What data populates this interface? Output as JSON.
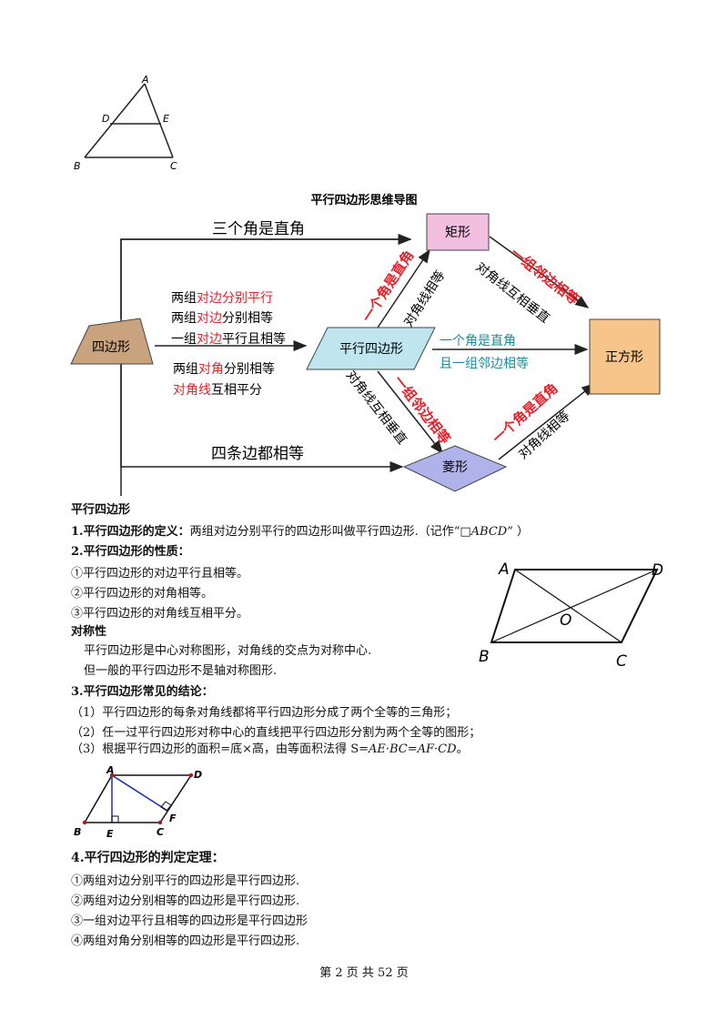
{
  "fig_top": {
    "A": "A",
    "B": "B",
    "C": "C",
    "D": "D",
    "E": "E"
  },
  "mindmap": {
    "title": "平行四边形思维导图",
    "node_quad": "四边形",
    "node_para": "平行四边形",
    "node_rect": "矩形",
    "node_rhombus": "菱形",
    "node_square": "正方形",
    "edge_top": "三个角是直角",
    "edge_bottom": "四条边都相等",
    "cond1_a": "两组",
    "cond1_b": "对边分别平行",
    "cond2_a": "两组",
    "cond2_b": "对边",
    "cond2_c": "分别相等",
    "cond3_a": "一组",
    "cond3_b": "对边",
    "cond3_c": "平行且相等",
    "cond4_a": "两组",
    "cond4_b": "对角",
    "cond4_c": "分别相等",
    "cond5_a": "对角线",
    "cond5_b": "互相平分",
    "p2r_red": "一个角是直角",
    "p2r_black": "对角线相等",
    "r2s_red": "一组邻边相等",
    "r2s_black": "对角线互相垂直",
    "p2s_line1": "一个角是直角",
    "p2s_line2": "且一组邻边相等",
    "p2rh_black": "对角线互相垂直",
    "p2rh_red": "一组邻边相等",
    "rh2s_red": "一个角是直角",
    "rh2s_black": "对角线相等"
  },
  "section_title": "平行四边形",
  "def_label": "1.平行四边形的定义：",
  "def_text": "两组对边分别平行的四边形叫做平行四边形.（记作“",
  "def_symbol": "□ABCD",
  "def_tail": "”  ）",
  "prop_title": "2.平行四边形的性质：",
  "props": [
    "①平行四边形的对边平行且相等。",
    "②平行四边形的对角相等。",
    "③平行四边形的对角线互相平分。"
  ],
  "sym_title": "对称性",
  "sym_lines": [
    "平行四边形是中心对称图形，对角线的交点为对称中心.",
    "但一般的平行四边形不是轴对称图形."
  ],
  "conc_title": "3.平行四边形常见的结论：",
  "conclusions": [
    "（1）平行四边形的每条对角线都将平行四边形分成了两个全等的三角形；",
    "（2）任一过平行四边形对称中心的直线把平行四边形分割为两个全等的图形；"
  ],
  "conc3_text": "（3）根据平行四边形的面积=底×高，由等面积法得 S=",
  "conc3_formula": "AE·BC=AF·CD",
  "conc3_end": "。",
  "fig_abcd": {
    "A": "A",
    "B": "B",
    "C": "C",
    "D": "D",
    "O": "O"
  },
  "fig_aef": {
    "A": "A",
    "B": "B",
    "C": "C",
    "D": "D",
    "E": "E",
    "F": "F"
  },
  "thm_title": "4.平行四边形的判定定理：",
  "theorems": [
    "①两组对边分别平行的四边形是平行四边形.",
    "②两组对边分别相等的四边形是平行四边形.",
    "③一组对边平行且相等的四边形是平行四边形",
    "④两组对角分别相等的四边形是平行四边形."
  ],
  "footer": "第 2 页    共 52 页",
  "colors": {
    "red": "#e8202a",
    "teal": "#1e8b9a",
    "quad": "#c9a27e",
    "para": "#bfe6ef",
    "rect": "#f2bfe0",
    "rhombus": "#b0b3ea",
    "square": "#f7c48a"
  }
}
